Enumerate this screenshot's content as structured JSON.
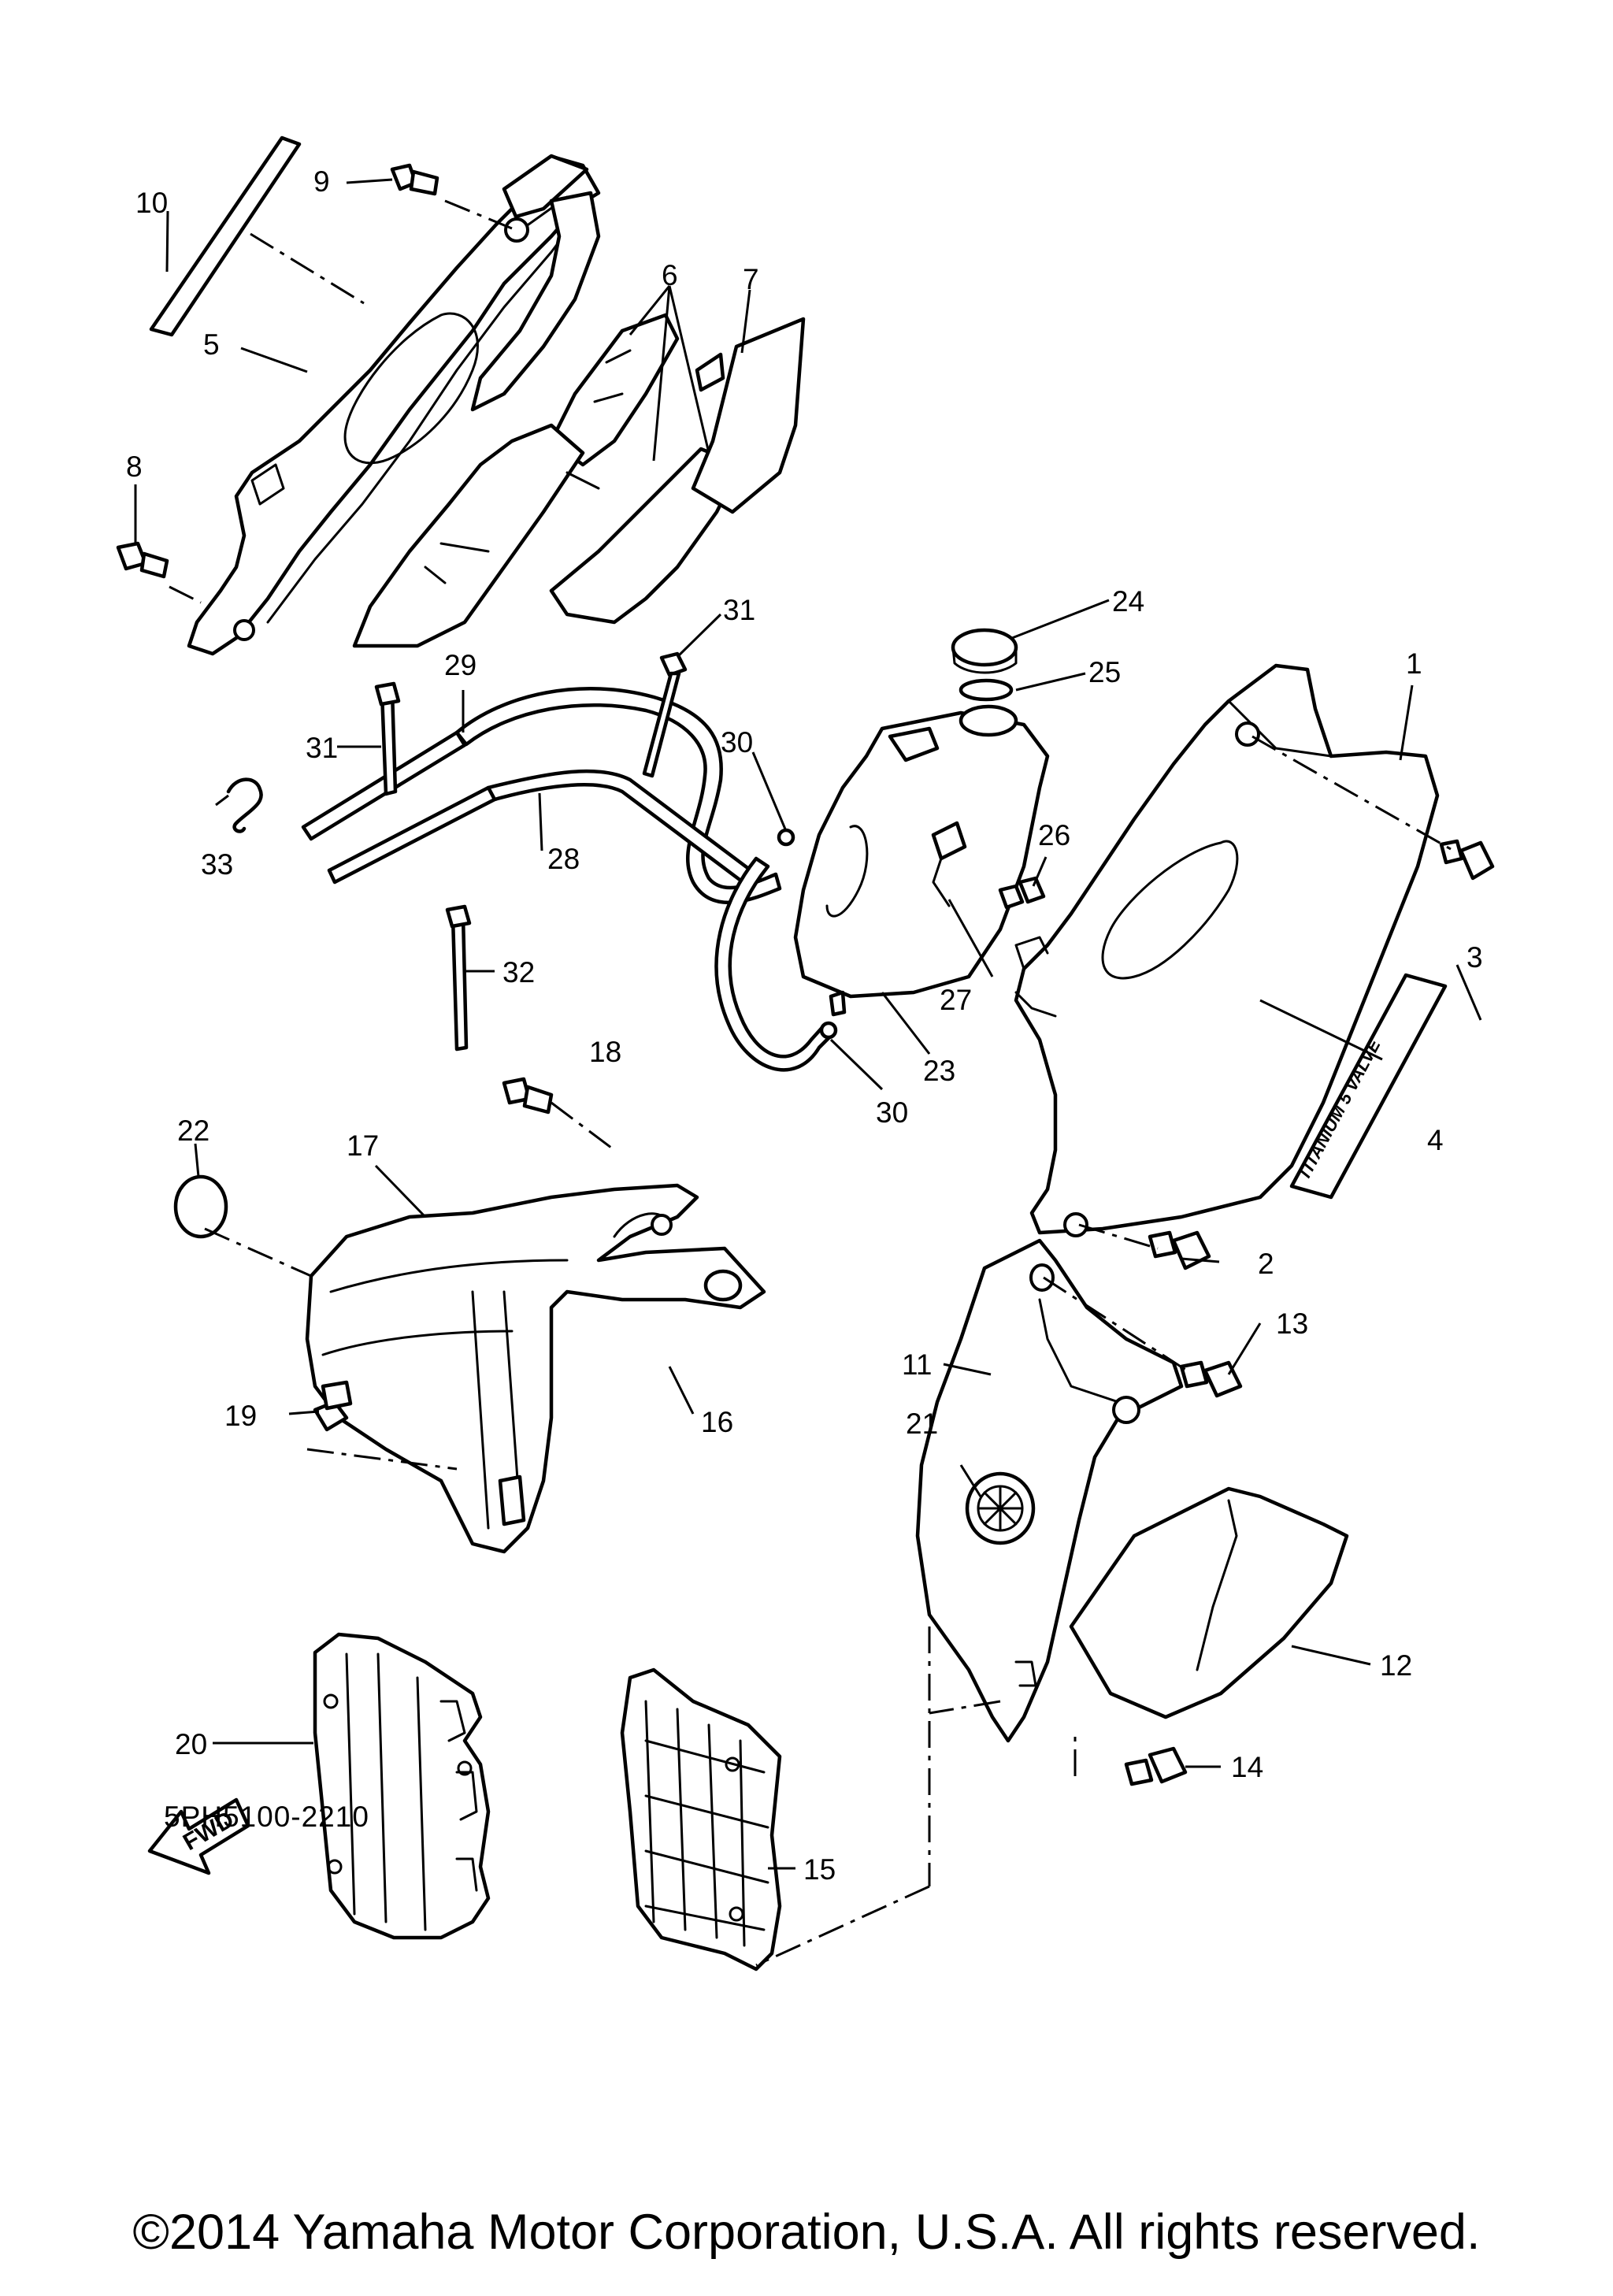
{
  "diagram_code": "5PH5100-2210",
  "copyright": "©2014 Yamaha Motor Corporation, U.S.A. All rights reserved.",
  "fwd_arrow_label": "FWD",
  "emblem_text": "TITANIUM 5 VALVE",
  "callouts": [
    "1",
    "2",
    "3",
    "4",
    "5",
    "6",
    "7",
    "8",
    "9",
    "10",
    "11",
    "12",
    "13",
    "14",
    "15",
    "16",
    "17",
    "18",
    "19",
    "20",
    "21",
    "22",
    "23",
    "24",
    "25",
    "26",
    "27",
    "28",
    "29",
    "30",
    "30",
    "31",
    "31",
    "32",
    "33"
  ]
}
